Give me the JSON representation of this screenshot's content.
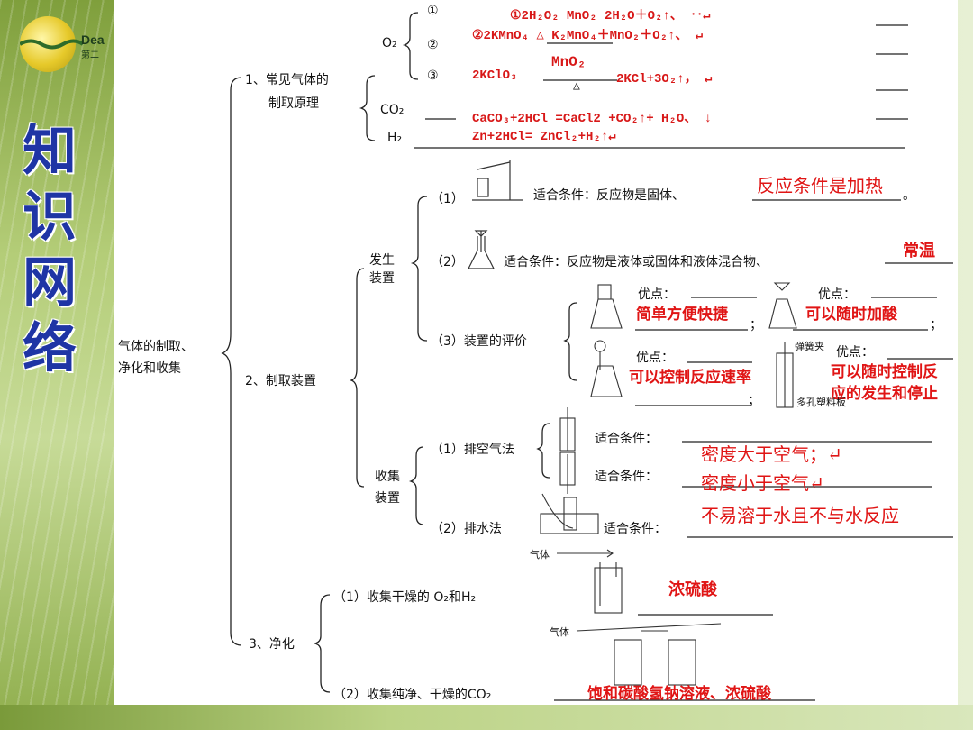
{
  "logo": {
    "text": "Dea",
    "sub": "第二"
  },
  "title_chars": [
    "知",
    "识",
    "网",
    "络"
  ],
  "root": {
    "line1": "气体的制取、",
    "line2": "净化和收集"
  },
  "sec1": {
    "label_line1": "1、常见气体的",
    "label_line2": "制取原理",
    "o2": "O₂",
    "co2": "CO₂",
    "h2": "H₂",
    "num1": "①",
    "num2": "②",
    "num3": "③",
    "eq1": "①2H₂O₂ MnO₂ 2H₂O＋O₂↑、  ‥↵",
    "eq2": "②2KMnO₄  △  K₂MnO₄＋MnO₂＋O₂↑、 ↵",
    "eq3_left": "2KClO₃",
    "eq3_cat": "MnO₂",
    "eq3_heat": "△",
    "eq3_right": "2KCl+3O₂↑，  ↵",
    "eq4": "CaCO₃+2HCl =CaCl2 +CO₂↑+ H₂O、  ↓",
    "eq5": "Zn+2HCl= ZnCl₂+H₂↑↵"
  },
  "sec2": {
    "label": "2、制取装置",
    "gen_line1": "发生",
    "gen_line2": "装置",
    "item1": "（1）",
    "item1_cond": "适合条件：反应物是固体、",
    "item1_ans": "反应条件是加热",
    "item1_end": "。",
    "item2": "（2）",
    "item2_cond": "适合条件：反应物是液体或固体和液体混合物、",
    "item2_ans": "常温",
    "item3": "（3）装置的评价",
    "adv_label": "优点：",
    "adv1": "简单方便快捷",
    "adv2": "可以随时加酸",
    "adv3": "可以控制反应速率",
    "adv4_line1": "可以随时控制反",
    "adv4_line2": "应的发生和停止",
    "spring_clip": "弹簧夹",
    "porous_plate": "多孔塑料板",
    "semicolon": "；",
    "col_line1": "收集",
    "col_line2": "装置",
    "air_method": "（1）排空气法",
    "cond_label": "适合条件：",
    "air_ans1": "密度大于空气；↵",
    "air_ans2": "密度小于空气↵",
    "water_method": "（2）排水法",
    "water_ans": "不易溶于水且不与水反应"
  },
  "sec3": {
    "label": "3、净化",
    "item1": "（1）收集干燥的 O₂和H₂",
    "item1_ans": "浓硫酸",
    "item2": "（2）收集纯净、干燥的CO₂",
    "item2_ans": "饱和碳酸氢钠溶液、浓硫酸",
    "gas_label": "气体"
  },
  "colors": {
    "answer": "#e01515",
    "title": "#1f35a5",
    "paper": "#ffffff"
  }
}
